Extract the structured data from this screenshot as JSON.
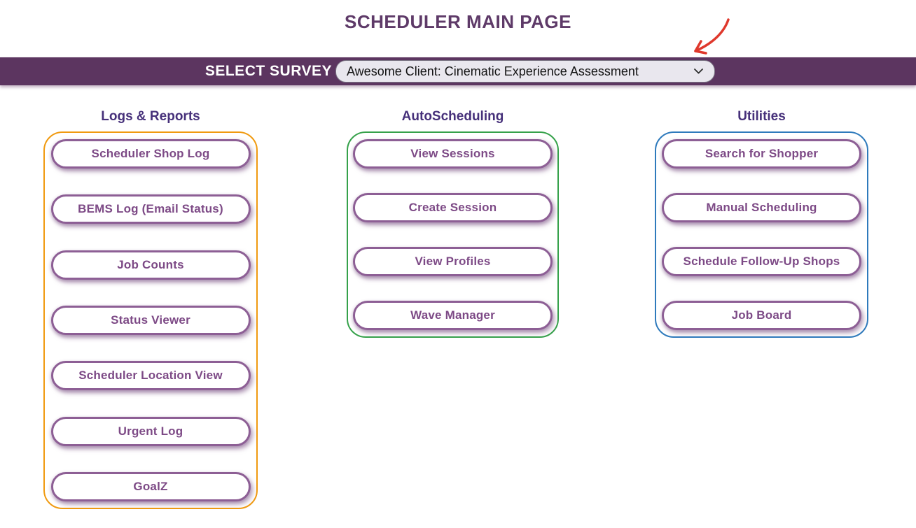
{
  "page": {
    "title": "SCHEDULER MAIN PAGE"
  },
  "survey_bar": {
    "label": "SELECT SURVEY",
    "dropdown_value": "Awesome Client: Cinematic Experience Assessment",
    "chevron_icon": "chevron-down"
  },
  "annotation": {
    "arrow_icon": "hand-drawn-arrow",
    "arrow_color": "#df382c"
  },
  "columns": [
    {
      "id": "logs-reports",
      "title": "Logs & Reports",
      "border_color": "#f09a10",
      "buttons": [
        "Scheduler Shop Log",
        "BEMS Log (Email Status)",
        "Job Counts",
        "Status Viewer",
        "Scheduler Location View",
        "Urgent Log",
        "GoalZ"
      ]
    },
    {
      "id": "autoscheduling",
      "title": "AutoScheduling",
      "border_color": "#35a14a",
      "buttons": [
        "View Sessions",
        "Create Session",
        "View Profiles",
        "Wave Manager"
      ]
    },
    {
      "id": "utilities",
      "title": "Utilities",
      "border_color": "#2e7abc",
      "buttons": [
        "Search for Shopper",
        "Manual Scheduling",
        "Schedule Follow-Up Shops",
        "Job Board"
      ]
    }
  ],
  "colors": {
    "bar_background": "#5c3560",
    "title_text": "#5e3a68",
    "column_title_text": "#46307a",
    "button_text": "#7d4a86",
    "button_border": "#8d5f95",
    "dropdown_background": "#e9e7ee"
  }
}
